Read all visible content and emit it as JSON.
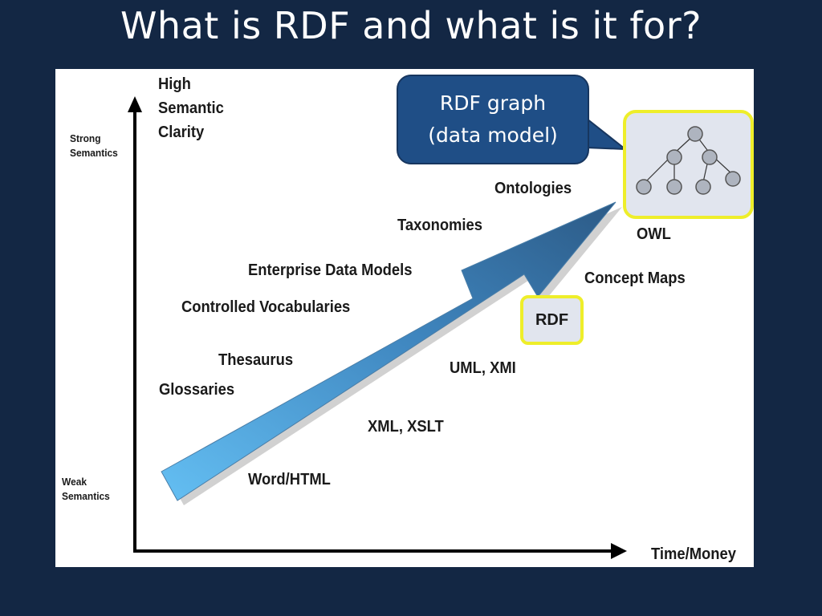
{
  "slide": {
    "title": "What is RDF and what is it for?"
  },
  "axes": {
    "y_top_label_lines": [
      "High",
      "Semantic",
      "Clarity"
    ],
    "y_strong_label_lines": [
      "Strong",
      "Semantics"
    ],
    "y_weak_label_lines": [
      "Weak",
      "Semantics"
    ],
    "x_label": "Time/Money"
  },
  "left_items": {
    "enterprise": "Enterprise Data Models",
    "controlled": "Controlled Vocabularies",
    "thesaurus": "Thesaurus",
    "glossaries": "Glossaries",
    "word_html": "Word/HTML",
    "taxonomies": "Taxonomies",
    "ontologies": "Ontologies"
  },
  "right_items": {
    "owl": "OWL",
    "concept_maps": "Concept Maps",
    "rdf": "RDF",
    "uml": "UML, XMI",
    "xml": "XML, XSLT"
  },
  "callout": {
    "lines": [
      "RDF graph",
      "(data model)"
    ]
  },
  "colors": {
    "background": "#132744",
    "callout_fill": "#1f4e86",
    "highlight_border": "#eeee2a",
    "box_fill": "#e1e5ee",
    "arrow_light": "#62b9f0",
    "arrow_dark": "#2e5f8a"
  }
}
